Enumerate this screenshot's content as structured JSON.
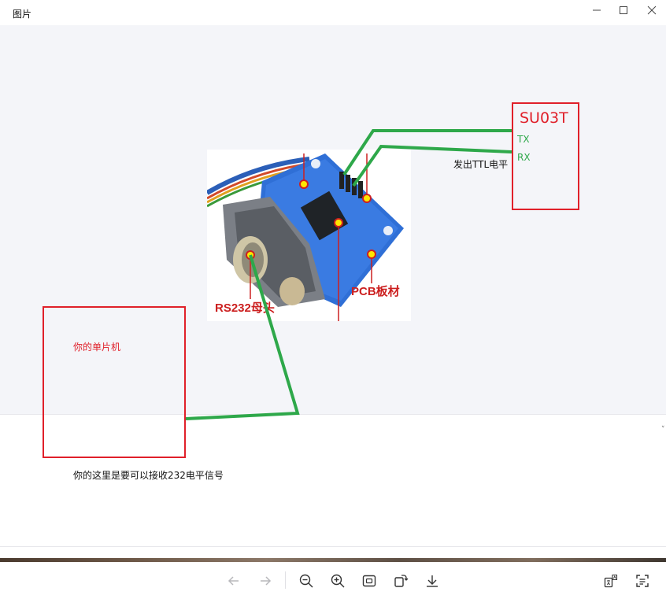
{
  "window": {
    "title": "图片"
  },
  "annotations": {
    "su03t": "SU03T",
    "tx": "TX",
    "rx": "RX",
    "ttl_note": "发出TTL电平",
    "mcu": "你的单片机",
    "rs232_note": "你的这里是要可以接收232电平信号"
  },
  "photo": {
    "connector_label": "RS232母头",
    "pcb_label": "PCB板材"
  },
  "colors": {
    "annotation_red": "#e0202a",
    "wire_green": "#2ea84a",
    "board_blue": "#2f6fd6"
  },
  "toolbar": {
    "icons": [
      "arrow-left-icon",
      "arrow-right-icon",
      "zoom-out-icon",
      "zoom-in-icon",
      "fit-icon",
      "rotate-icon",
      "download-icon",
      "translate-icon",
      "ocr-icon"
    ]
  }
}
